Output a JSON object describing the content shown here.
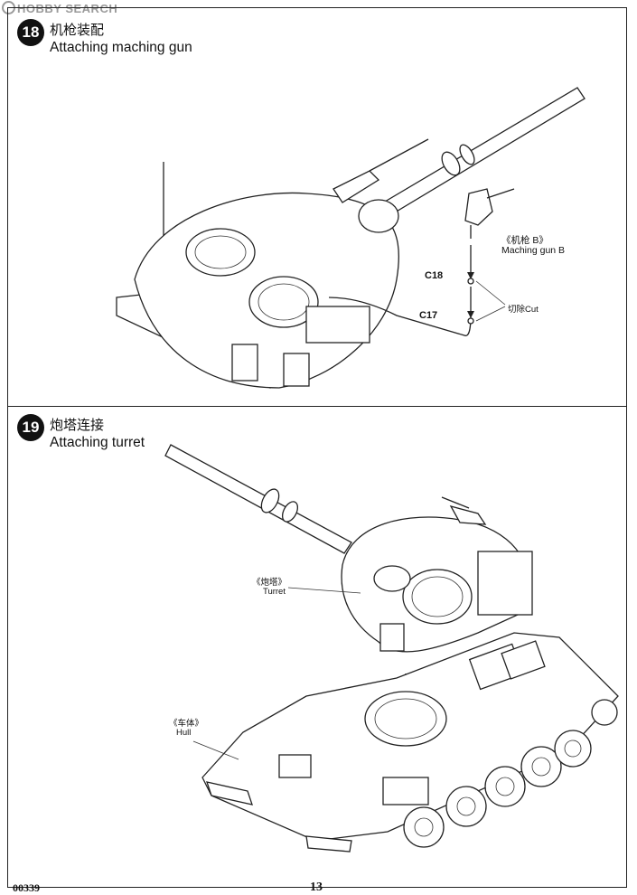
{
  "watermark": {
    "text": "HOBBY SEARCH"
  },
  "steps": [
    {
      "number": "18",
      "title_zh": "机枪装配",
      "title_en": "Attaching maching gun"
    },
    {
      "number": "19",
      "title_zh": "炮塔连接",
      "title_en": "Attaching turret"
    }
  ],
  "step18_labels": {
    "mg_zh": "《机枪 B》",
    "mg_en": "Maching gun B",
    "c18": "C18",
    "c17": "C17",
    "cut": "切除Cut"
  },
  "step19_labels": {
    "turret_zh": "《炮塔》",
    "turret_en": "Turret",
    "hull_zh": "《车体》",
    "hull_en": "Hull"
  },
  "footer": {
    "code": "00339",
    "page": "13"
  }
}
